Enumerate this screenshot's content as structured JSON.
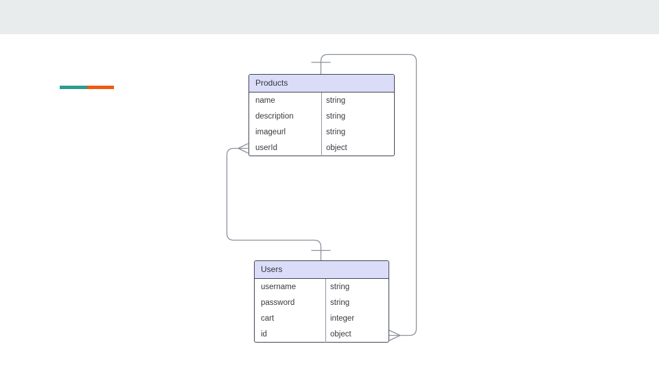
{
  "window": {
    "background": "#ffffff",
    "top_band_color": "#e9eced"
  },
  "accent_bars": [
    {
      "name": "teal-bar",
      "color": "#2a9d8f"
    },
    {
      "name": "orange-bar",
      "color": "#f15a0f"
    }
  ],
  "diagram": {
    "type": "entity-relationship",
    "colors": {
      "header_fill": "#dbdcf8",
      "entity_border": "#404252",
      "column_divider": "#9095a0",
      "relationship_line": "#8c919b",
      "text": "#38393f"
    },
    "entities": [
      {
        "name": "Products",
        "fields": [
          {
            "name": "name",
            "type": "string"
          },
          {
            "name": "description",
            "type": "string"
          },
          {
            "name": "imageurl",
            "type": "string"
          },
          {
            "name": "userId",
            "type": "object"
          }
        ]
      },
      {
        "name": "Users",
        "fields": [
          {
            "name": "username",
            "type": "string"
          },
          {
            "name": "password",
            "type": "string"
          },
          {
            "name": "cart",
            "type": "integer"
          },
          {
            "name": "id",
            "type": "object"
          }
        ]
      }
    ],
    "relationships": [
      {
        "from_entity": "Products",
        "from_anchor": "top",
        "from_cardinality": "one",
        "to_entity": "Users",
        "to_field": "id",
        "to_cardinality": "many"
      },
      {
        "from_entity": "Users",
        "from_anchor": "top",
        "from_cardinality": "one",
        "to_entity": "Products",
        "to_field": "userId",
        "to_cardinality": "many"
      }
    ]
  }
}
